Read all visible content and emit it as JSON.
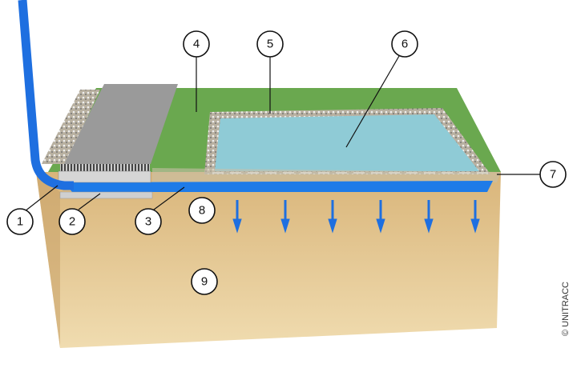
{
  "diagram": {
    "callouts": [
      {
        "id": "1",
        "label": "1"
      },
      {
        "id": "2",
        "label": "2"
      },
      {
        "id": "3",
        "label": "3"
      },
      {
        "id": "4",
        "label": "4"
      },
      {
        "id": "5",
        "label": "5"
      },
      {
        "id": "6",
        "label": "6"
      },
      {
        "id": "7",
        "label": "7"
      },
      {
        "id": "8",
        "label": "8"
      },
      {
        "id": "9",
        "label": "9"
      }
    ],
    "copyright": "© UNITRACC",
    "colors": {
      "water": "#1e7be8",
      "grass": "#6aa84f",
      "soil": "#e8c892",
      "pond": "#8fcbd6",
      "paving": "#9a9a9a"
    }
  }
}
